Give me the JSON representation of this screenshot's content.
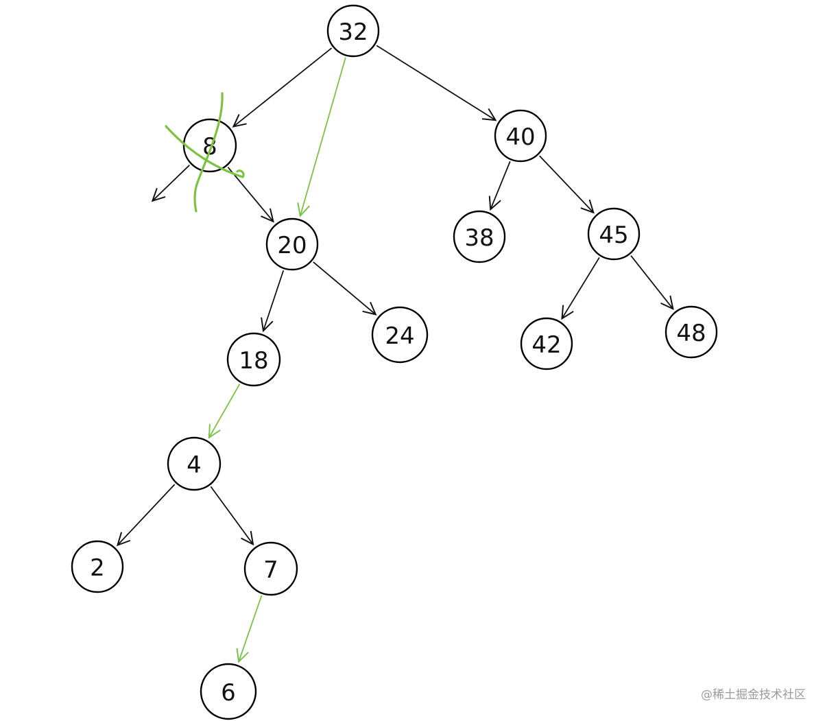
{
  "nodes": [
    {
      "id": "n32",
      "label": "32"
    },
    {
      "id": "n8",
      "label": "8"
    },
    {
      "id": "n40",
      "label": "40"
    },
    {
      "id": "n20",
      "label": "20"
    },
    {
      "id": "n38",
      "label": "38"
    },
    {
      "id": "n45",
      "label": "45"
    },
    {
      "id": "n18",
      "label": "18"
    },
    {
      "id": "n24",
      "label": "24"
    },
    {
      "id": "n42",
      "label": "42"
    },
    {
      "id": "n48",
      "label": "48"
    },
    {
      "id": "n4",
      "label": "4"
    },
    {
      "id": "n2",
      "label": "2"
    },
    {
      "id": "n7",
      "label": "7"
    },
    {
      "id": "n6",
      "label": "6"
    }
  ],
  "edges": [
    {
      "from": "n32",
      "to": "n8",
      "color": "black"
    },
    {
      "from": "n32",
      "to": "n40",
      "color": "black"
    },
    {
      "from": "n32",
      "to": "n20",
      "color": "green"
    },
    {
      "from": "n8",
      "to": "n20",
      "color": "black"
    },
    {
      "from": "n8",
      "to": "",
      "color": "black"
    },
    {
      "from": "n40",
      "to": "n38",
      "color": "black"
    },
    {
      "from": "n40",
      "to": "n45",
      "color": "black"
    },
    {
      "from": "n20",
      "to": "n18",
      "color": "black"
    },
    {
      "from": "n20",
      "to": "n24",
      "color": "black"
    },
    {
      "from": "n45",
      "to": "n42",
      "color": "black"
    },
    {
      "from": "n45",
      "to": "n48",
      "color": "black"
    },
    {
      "from": "n18",
      "to": "n4",
      "color": "green"
    },
    {
      "from": "n4",
      "to": "n2",
      "color": "black"
    },
    {
      "from": "n4",
      "to": "n7",
      "color": "black"
    },
    {
      "from": "n7",
      "to": "n6",
      "color": "green"
    }
  ],
  "deleted_node": "n8",
  "colors": {
    "ink": "#111111",
    "highlight": "#7cc242",
    "watermark": "#9a9a9a"
  },
  "watermark": "@稀土掘金技术社区"
}
